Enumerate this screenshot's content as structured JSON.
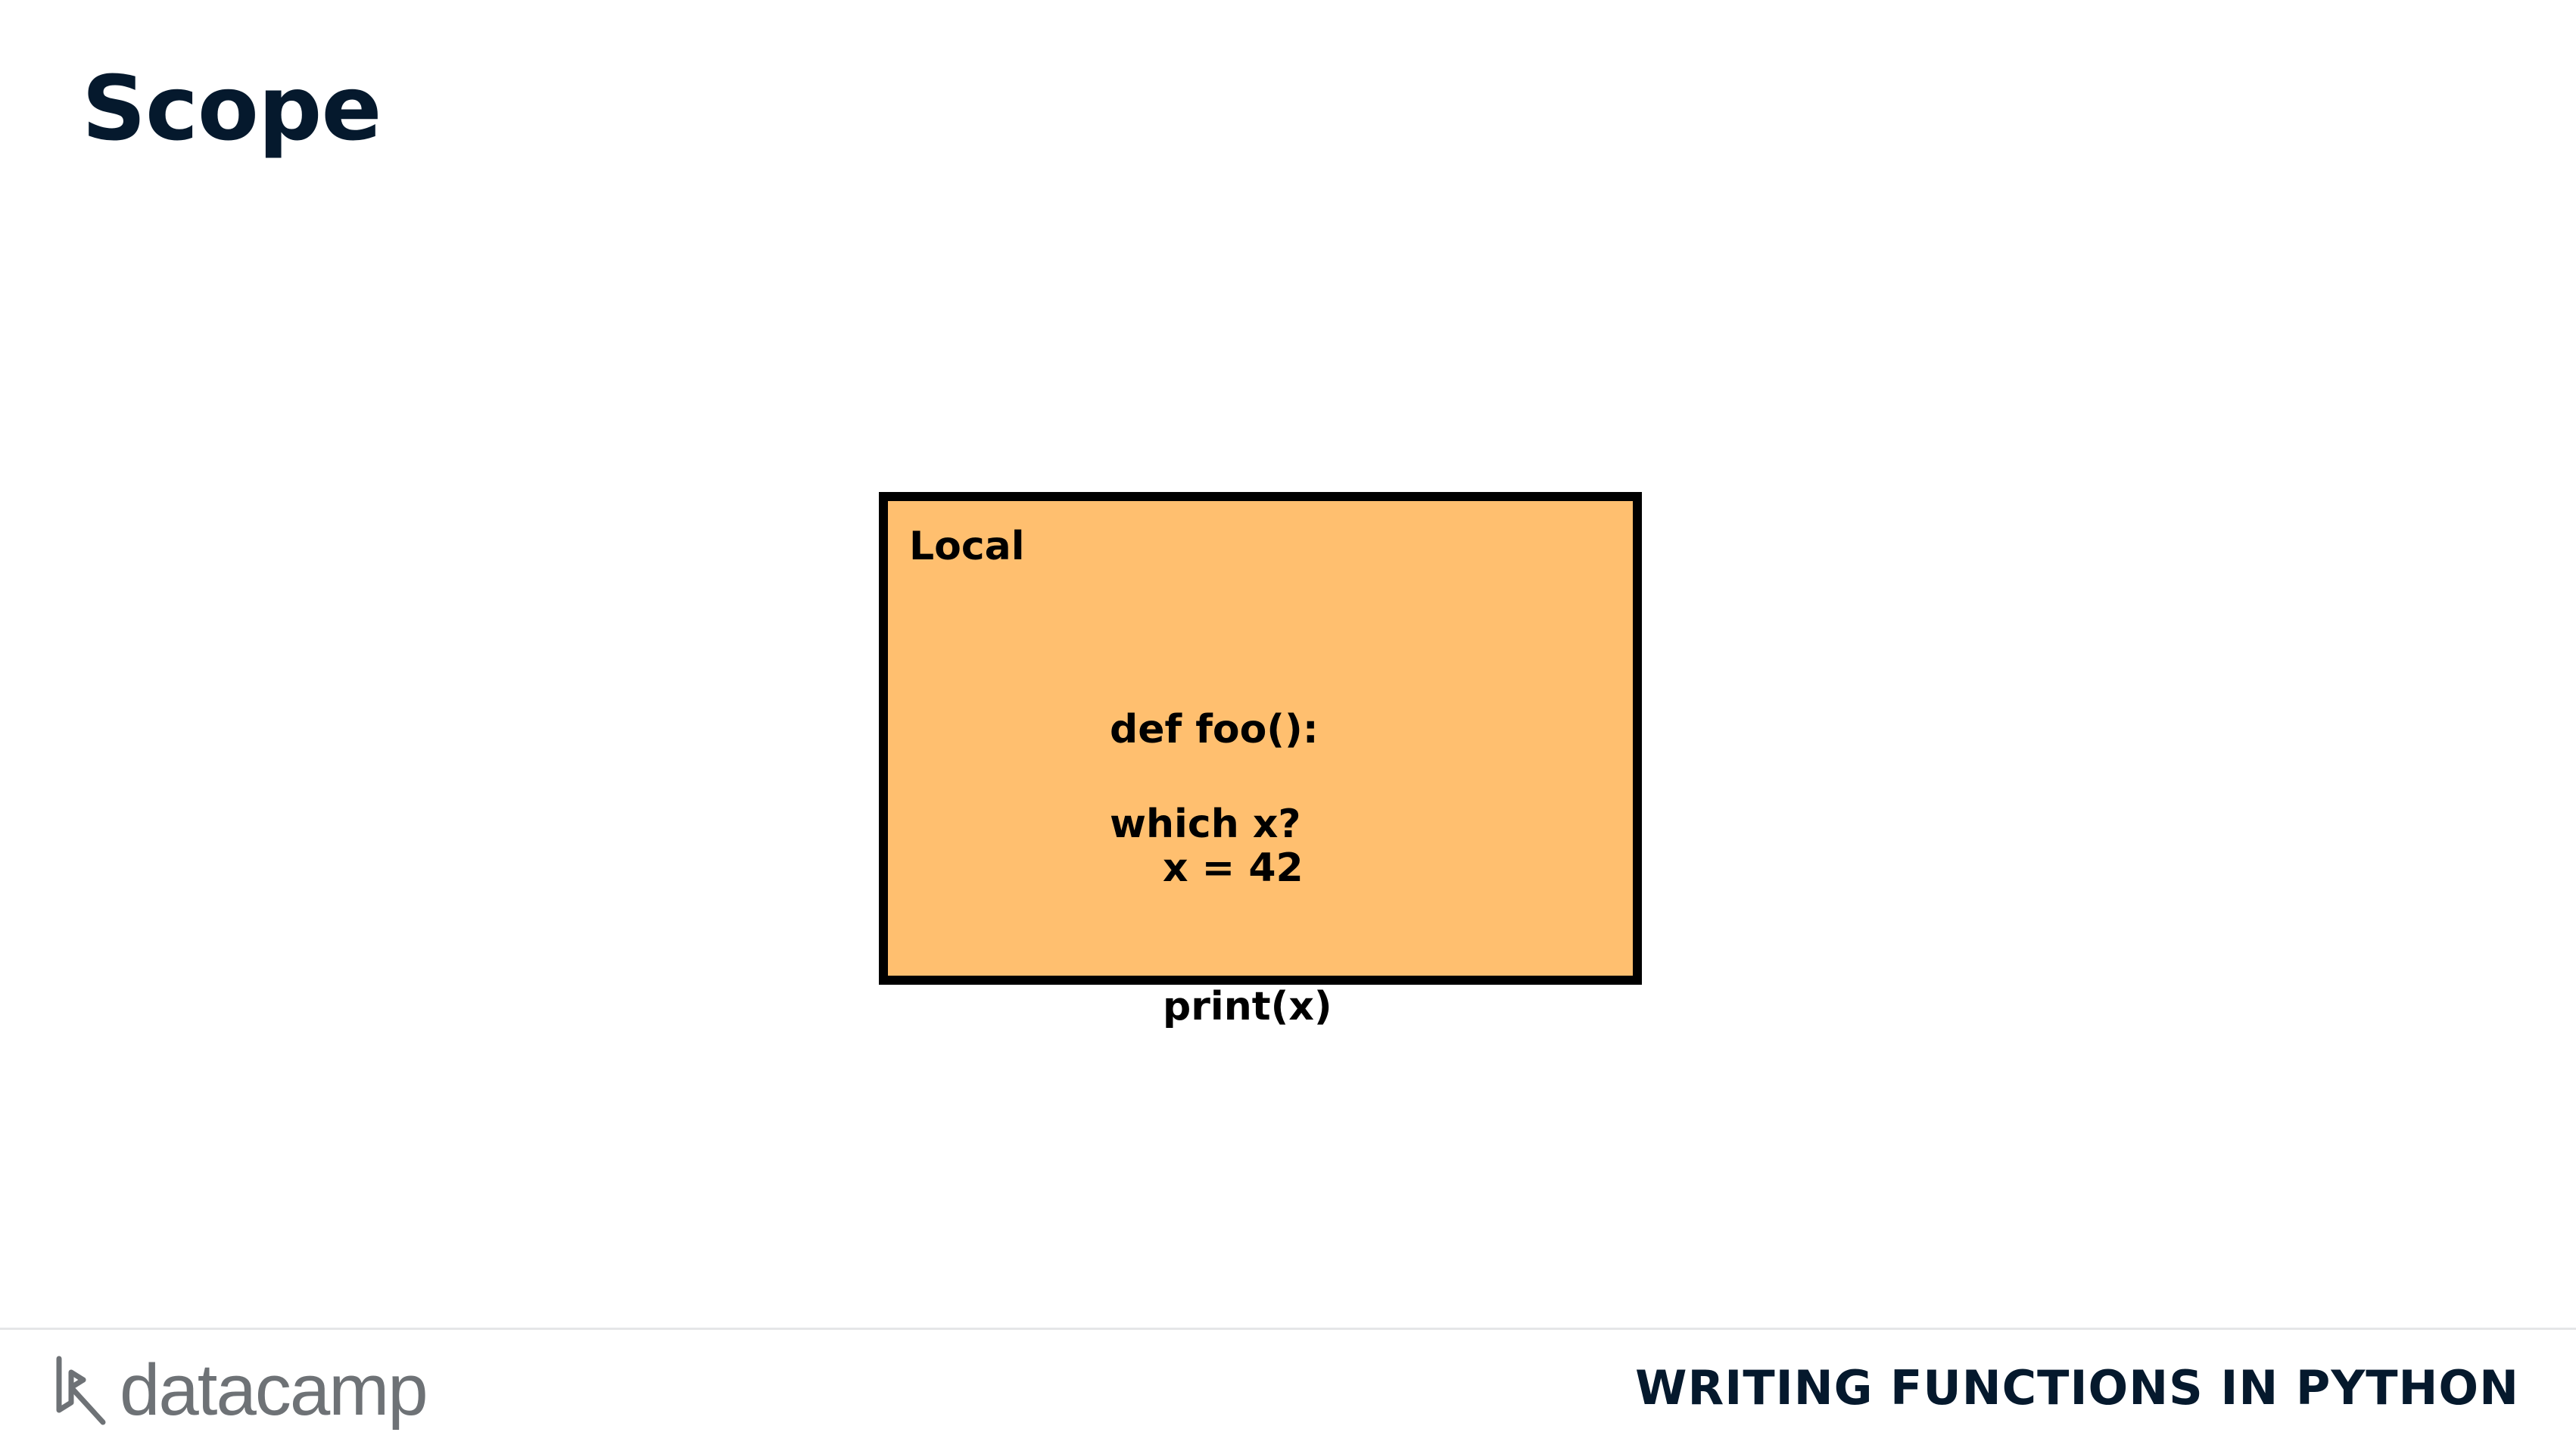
{
  "slide": {
    "title": "Scope"
  },
  "scope_box": {
    "label": "Local",
    "code_lines": [
      "def foo():",
      "x = 42",
      "print(x)"
    ],
    "question": "which x?",
    "fill_color": "#ffbf6f",
    "border_color": "#000000"
  },
  "footer": {
    "logo_text": "datacamp",
    "course_title": "WRITING FUNCTIONS IN PYTHON"
  }
}
